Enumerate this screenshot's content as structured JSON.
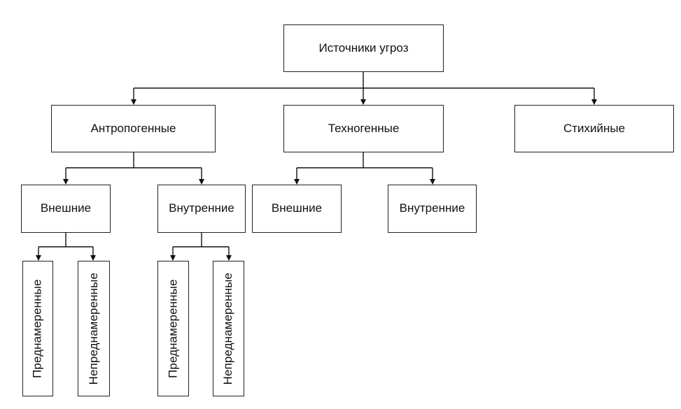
{
  "diagram": {
    "root": "Источники угроз",
    "level1": {
      "anthropogenic": "Антропогенные",
      "technogenic": "Техногенные",
      "natural": "Стихийные"
    },
    "anthropogenic_children": {
      "external": "Внешние",
      "internal": "Внутренние"
    },
    "technogenic_children": {
      "external": "Внешние",
      "internal": "Внутренние"
    },
    "intent": {
      "external_intentional": "Преднамеренные",
      "external_unintentional": "Непреднамеренные",
      "internal_intentional": "Преднамеренные",
      "internal_unintentional": "Непреднамеренные"
    }
  }
}
